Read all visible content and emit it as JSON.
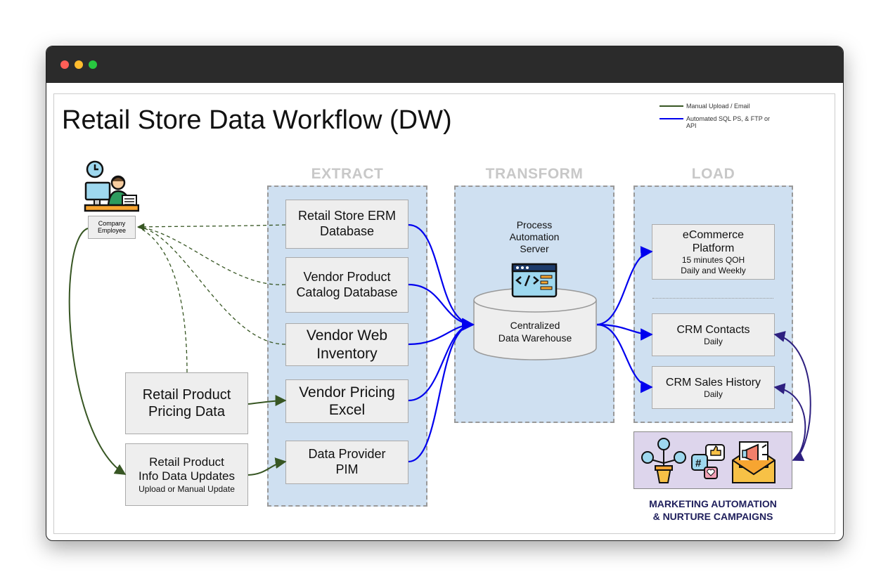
{
  "window": {
    "controls": [
      "close",
      "minimize",
      "maximize"
    ]
  },
  "title": "Retail Store Data Workflow (DW)",
  "legend": {
    "manual": {
      "label": "Manual Upload / Email",
      "color": "#375623"
    },
    "automated": {
      "label_line1": "Automated SQL PS, & FTP or",
      "label_line2": "API",
      "color": "#0000ee"
    }
  },
  "sections": {
    "extract": "EXTRACT",
    "transform": "TRANSFORM",
    "load": "LOAD"
  },
  "employee": {
    "line1": "Company",
    "line2": "Employee"
  },
  "sources": {
    "pricing": {
      "line1": "Retail Product",
      "line2": "Pricing Data"
    },
    "info": {
      "line1": "Retail Product",
      "line2": "Info Data Updates",
      "sub": "Upload or Manual Update"
    }
  },
  "extract": {
    "erm": {
      "line1": "Retail Store ERM",
      "line2": "Database"
    },
    "catalog": {
      "line1": "Vendor Product",
      "line2": "Catalog Database"
    },
    "web": {
      "line1": "Vendor Web",
      "line2": "Inventory"
    },
    "excel": {
      "line1": "Vendor Pricing",
      "line2": "Excel"
    },
    "pim": {
      "line1": "Data Provider",
      "line2": "PIM"
    }
  },
  "transform": {
    "server": {
      "line1": "Process",
      "line2": "Automation",
      "line3": "Server"
    },
    "warehouse": {
      "line1": "Centralized",
      "line2": "Data Warehouse"
    }
  },
  "load": {
    "ecommerce": {
      "line1": "eCommerce",
      "line2": "Platform",
      "sub1": "15 minutes QOH",
      "sub2": "Daily and Weekly"
    },
    "crm_contacts": {
      "title": "CRM Contacts",
      "sub": "Daily"
    },
    "crm_sales": {
      "title": "CRM Sales History",
      "sub": "Daily"
    }
  },
  "marketing": {
    "line1": "MARKETING AUTOMATION",
    "line2": "& NURTURE CAMPAIGNS",
    "icons": [
      "network-plant-icon",
      "social-media-icon",
      "email-campaign-icon"
    ]
  },
  "colors": {
    "zone": "#cfe0f1",
    "manual": "#375623",
    "automated": "#0000ee",
    "bidirectional": "#2e2080"
  }
}
